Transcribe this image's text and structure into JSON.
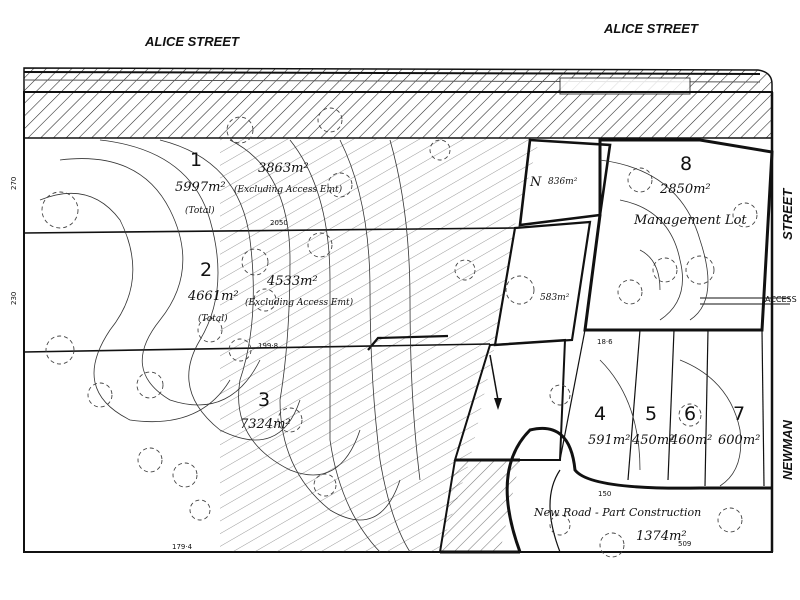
{
  "streets": {
    "alice_left": "ALICE STREET",
    "alice_right": "ALICE STREET",
    "newman": "NEWMAN",
    "street_right": "STREET",
    "access": "ACCESS"
  },
  "lots": [
    {
      "number": "1",
      "area": "5997m²",
      "sub": "(Total)",
      "alt_area": "3863m²",
      "alt_sub": "(Excluding Access Emt)"
    },
    {
      "number": "2",
      "area": "4661m²",
      "sub": "(Total)",
      "alt_area": "4533m²",
      "alt_sub": "(Excluding Access Emt)"
    },
    {
      "number": "3",
      "area": "7324m²"
    },
    {
      "number": "4",
      "area": "591m²"
    },
    {
      "number": "5",
      "area": "450m²"
    },
    {
      "number": "6",
      "area": "460m²"
    },
    {
      "number": "7",
      "area": "600m²"
    },
    {
      "number": "8",
      "area": "2850m²",
      "sub": "Management Lot"
    }
  ],
  "road": {
    "label": "New Road - Part Construction",
    "area": "1374m²"
  },
  "small_labels": {
    "area_836": "836m²",
    "area_583": "583m²",
    "dim_2050": "2050",
    "dim_1998": "199·8",
    "dim_1794": "179·4",
    "side_270": "270",
    "side_230": "230",
    "dim_509": "509",
    "dim_150": "150",
    "dim_186": "18·6",
    "lot_n": "N"
  }
}
